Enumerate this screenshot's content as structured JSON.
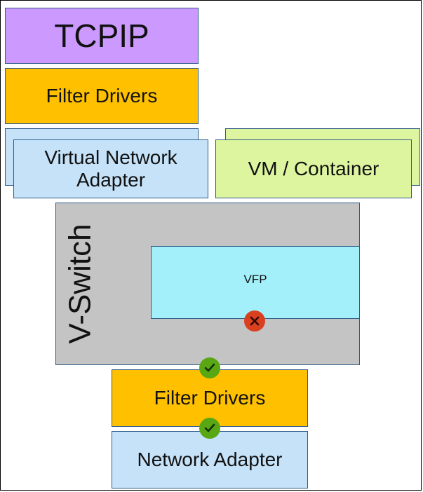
{
  "labels": {
    "tcpip": "TCPIP",
    "filter_top": "Filter Drivers",
    "vna_line1": "Virtual Network",
    "vna_line2": "Adapter",
    "vm": "VM / Container",
    "vswitch": "V-Switch",
    "vfp": "VFP",
    "filter_bottom": "Filter Drivers",
    "network_adapter": "Network Adapter"
  },
  "colors": {
    "tcpip": "#cc99ff",
    "filter": "#ffc000",
    "adapter": "#c5e2f8",
    "vm": "#ddf59f",
    "vswitch": "#c4c4c4",
    "vfp": "#a3f0fa",
    "status_ok": "#59a813",
    "status_fail": "#d9401f"
  },
  "status_icons": {
    "vfp": "x-mark-icon",
    "between": "check-mark-icon",
    "bottom": "check-mark-icon"
  }
}
